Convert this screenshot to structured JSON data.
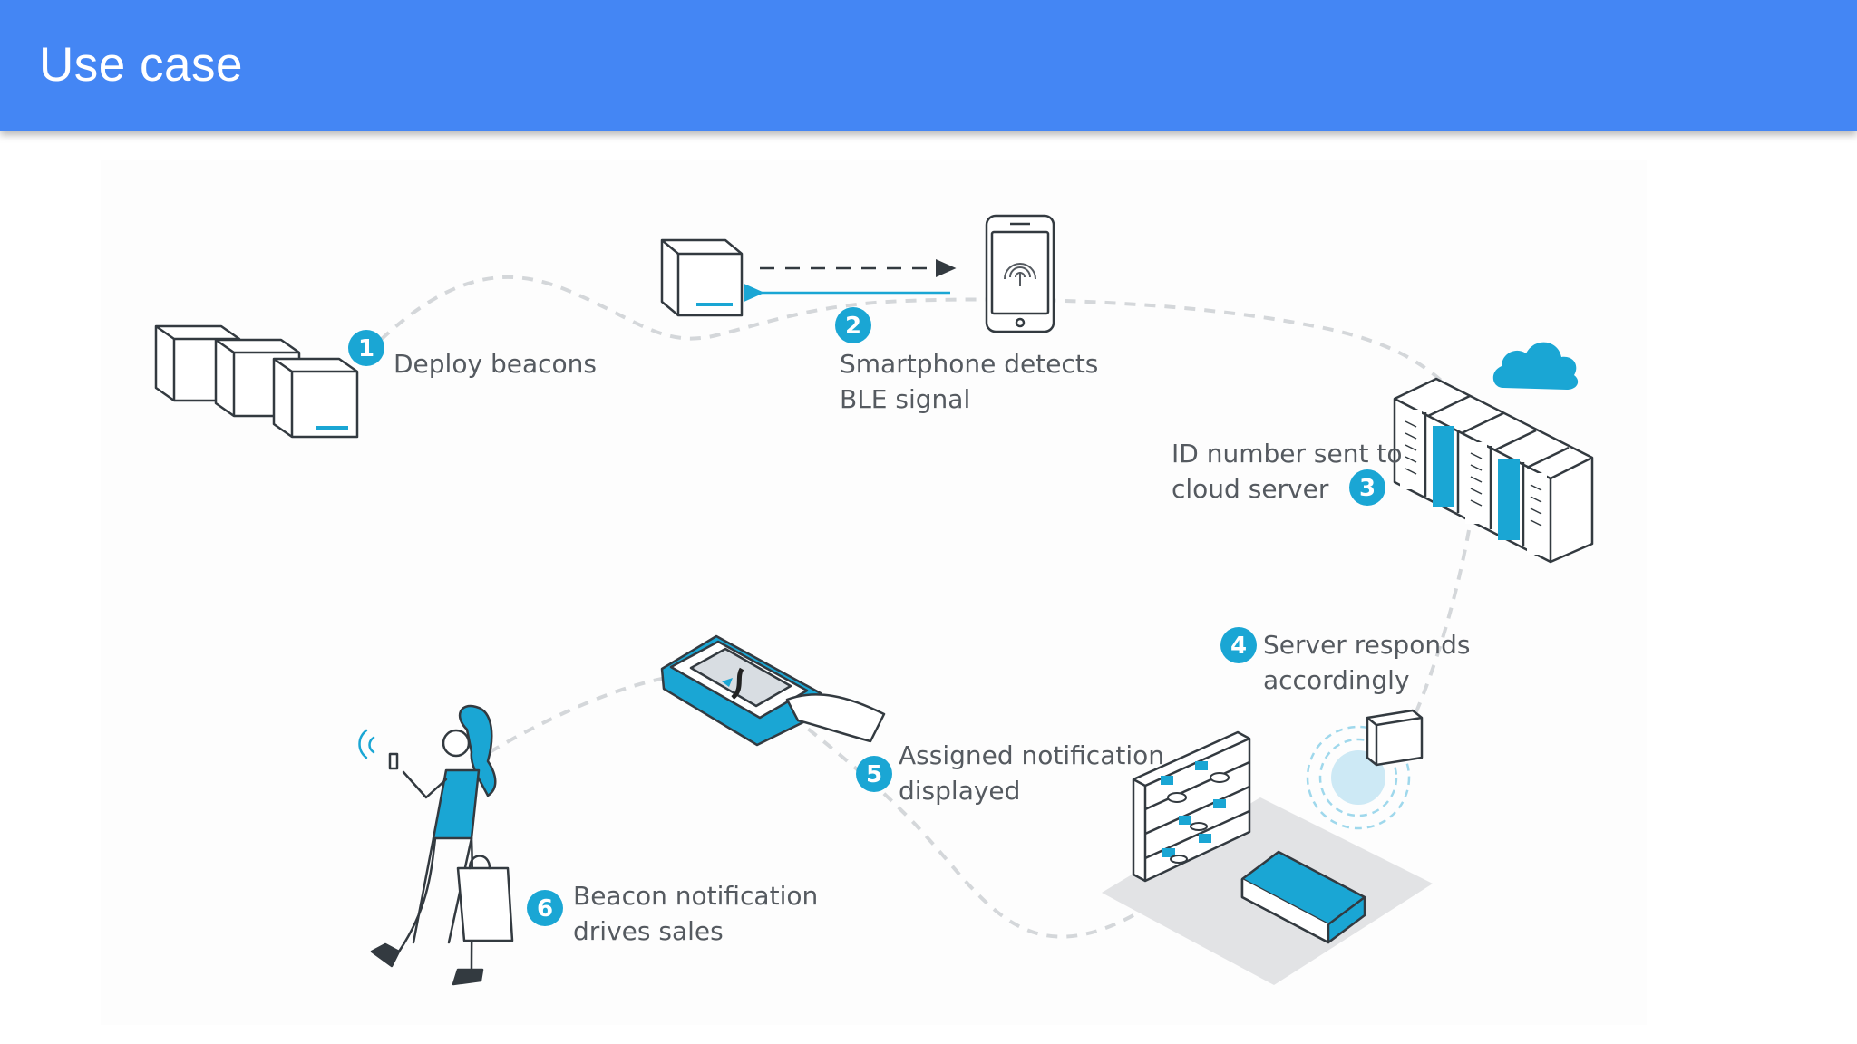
{
  "slide": {
    "title": "Use case"
  },
  "steps": [
    {
      "number": "1",
      "lines": [
        "Deploy beacons"
      ]
    },
    {
      "number": "2",
      "lines": [
        "Smartphone detects",
        "BLE signal"
      ]
    },
    {
      "number": "3",
      "lines": [
        "ID number sent to",
        "cloud server"
      ]
    },
    {
      "number": "4",
      "lines": [
        "Server responds",
        "accordingly"
      ]
    },
    {
      "number": "5",
      "lines": [
        "Assigned notification",
        "displayed"
      ]
    },
    {
      "number": "6",
      "lines": [
        "Beacon notification",
        "drives sales"
      ]
    }
  ],
  "colors": {
    "header": "#4486f4",
    "accent": "#1aa6d4",
    "line": "#333a40",
    "dashed_path": "#d0d3d6",
    "label": "#555a60",
    "floor": "#e2e3e5"
  },
  "icons": [
    "beacon-icon",
    "smartphone-icon",
    "cloud-icon",
    "server-rack-icon",
    "shop-shelf-icon",
    "counter-icon",
    "tablet-icon",
    "shopper-icon"
  ]
}
